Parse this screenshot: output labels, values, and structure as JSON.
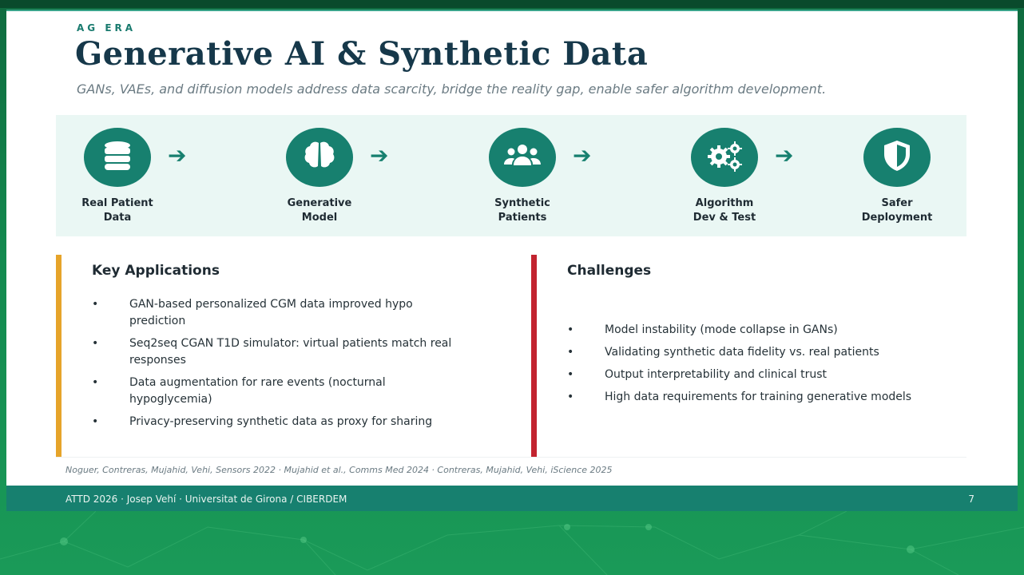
{
  "slide": {
    "kicker": "AG ERA",
    "title": "Generative AI & Synthetic Data",
    "subtitle": "GANs, VAEs, and diffusion models address data scarcity, bridge the reality gap, enable safer algorithm development."
  },
  "flow": {
    "steps": [
      {
        "label": "Real Patient\nData",
        "icon": "database-icon"
      },
      {
        "label": "Generative\nModel",
        "icon": "brain-icon"
      },
      {
        "label": "Synthetic\nPatients",
        "icon": "users-icon"
      },
      {
        "label": "Algorithm\nDev & Test",
        "icon": "gears-icon"
      },
      {
        "label": "Safer\nDeployment",
        "icon": "shield-icon"
      }
    ],
    "arrow": "➔"
  },
  "key_applications": {
    "title": "Key Applications",
    "items": [
      "GAN-based personalized CGM data improved hypo prediction",
      "Seq2seq CGAN T1D simulator: virtual patients match real responses",
      "Data augmentation for rare events (nocturnal hypoglycemia)",
      "Privacy-preserving synthetic data as proxy for sharing"
    ]
  },
  "challenges": {
    "title": "Challenges",
    "items": [
      "Model instability (mode collapse in GANs)",
      "Validating synthetic data fidelity vs. real patients",
      "Output interpretability and clinical trust",
      "High data requirements for training generative models"
    ]
  },
  "references": "Noguer, Contreras, Mujahid, Vehi, Sensors 2022 · Mujahid et al., Comms Med 2024 · Contreras, Mujahid, Vehi, iScience 2025",
  "footer": {
    "text": "ATTD 2026  ·  Josep Vehí  ·  Universitat de Girona / CIBERDEM",
    "page_number": "7"
  },
  "colors": {
    "accent_teal": "#17806f",
    "title_navy": "#16384a",
    "applications_bar": "#e6a42a",
    "challenges_bar": "#c2232f",
    "flow_bg": "#eaf7f4"
  }
}
